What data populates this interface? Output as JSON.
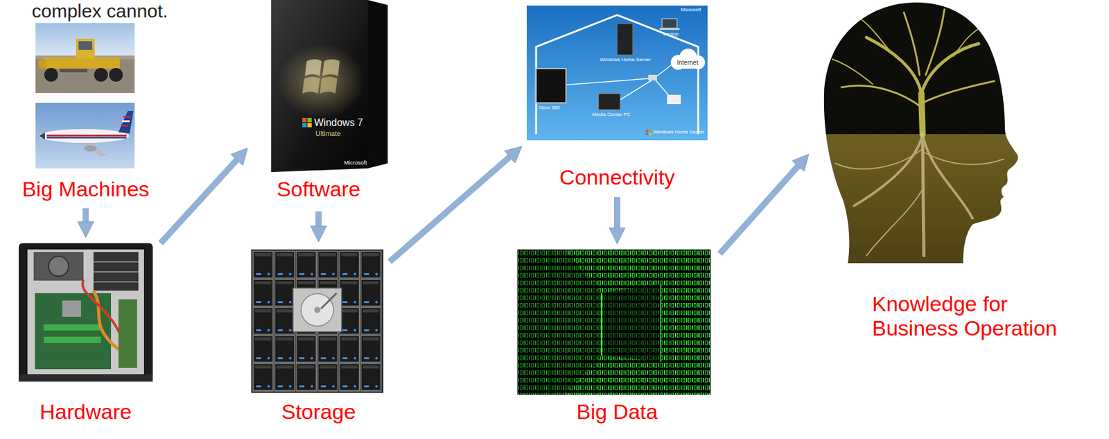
{
  "diagram": {
    "nodes": [
      {
        "text": [
          "Big Machines"
        ]
      },
      {
        "text": [
          "Hardware"
        ]
      },
      {
        "text": [
          "Software"
        ]
      },
      {
        "text": [
          "Storage"
        ]
      },
      {
        "text": [
          "Connectivity"
        ]
      },
      {
        "text": [
          "Big Data"
        ]
      },
      {
        "text": [
          "Knowledge for Business Operation"
        ]
      }
    ],
    "edges": [
      {
        "from": 0,
        "to": 1,
        "arrow": "to"
      },
      {
        "from": 1,
        "to": 2,
        "arrow": "to"
      },
      {
        "from": 2,
        "to": 3,
        "arrow": "to"
      },
      {
        "from": 3,
        "to": 4,
        "arrow": "to"
      },
      {
        "from": 4,
        "to": 5,
        "arrow": "to"
      },
      {
        "from": 5,
        "to": 6,
        "arrow": "to"
      }
    ],
    "labels": [
      "complex cannot.",
      "Windows 7",
      "Ultimate",
      "Microsoft",
      "Microsoft",
      "Windows Home Server",
      "Laptop",
      "Internet",
      "Xbox 360",
      "Media Center PC",
      "Windows Home Server"
    ]
  }
}
